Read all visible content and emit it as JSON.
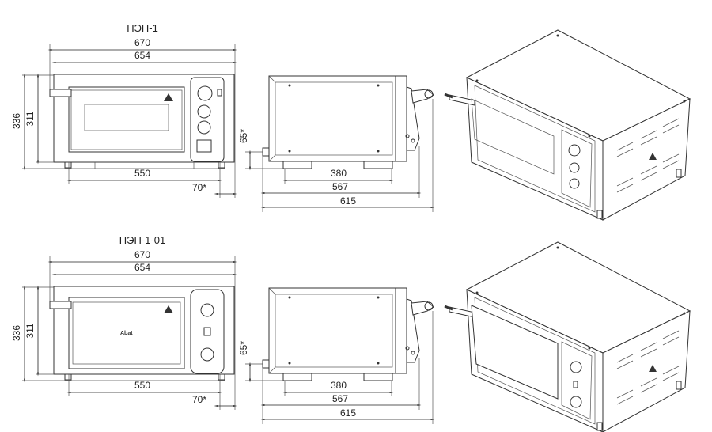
{
  "models": [
    {
      "title": "ПЭП-1",
      "front": {
        "width_total": "670",
        "width_body": "654",
        "height_total": "336",
        "height_body": "311",
        "feet_span": "550",
        "panel_offset": "70*"
      },
      "side": {
        "connector_height": "65*",
        "feet_span": "380",
        "depth_body": "567",
        "depth_total": "615"
      },
      "door_logo": ""
    },
    {
      "title": "ПЭП-1-01",
      "front": {
        "width_total": "670",
        "width_body": "654",
        "height_total": "336",
        "height_body": "311",
        "feet_span": "550",
        "panel_offset": "70*"
      },
      "side": {
        "connector_height": "65*",
        "feet_span": "380",
        "depth_body": "567",
        "depth_total": "615"
      },
      "door_logo": "Abat"
    }
  ]
}
